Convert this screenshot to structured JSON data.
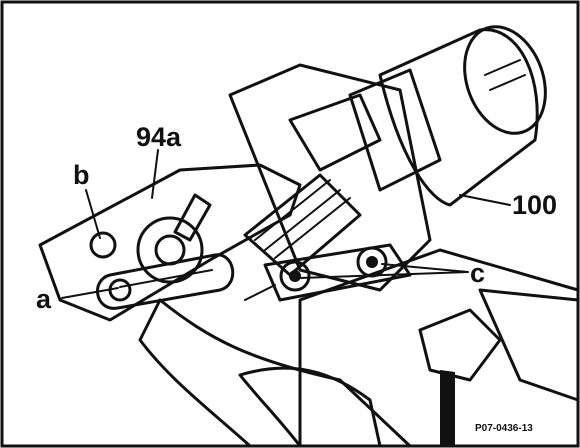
{
  "labels": {
    "bracket": "94a",
    "b": "b",
    "a": "a",
    "c": "c",
    "part": "100",
    "code": "P07-0436-13"
  }
}
